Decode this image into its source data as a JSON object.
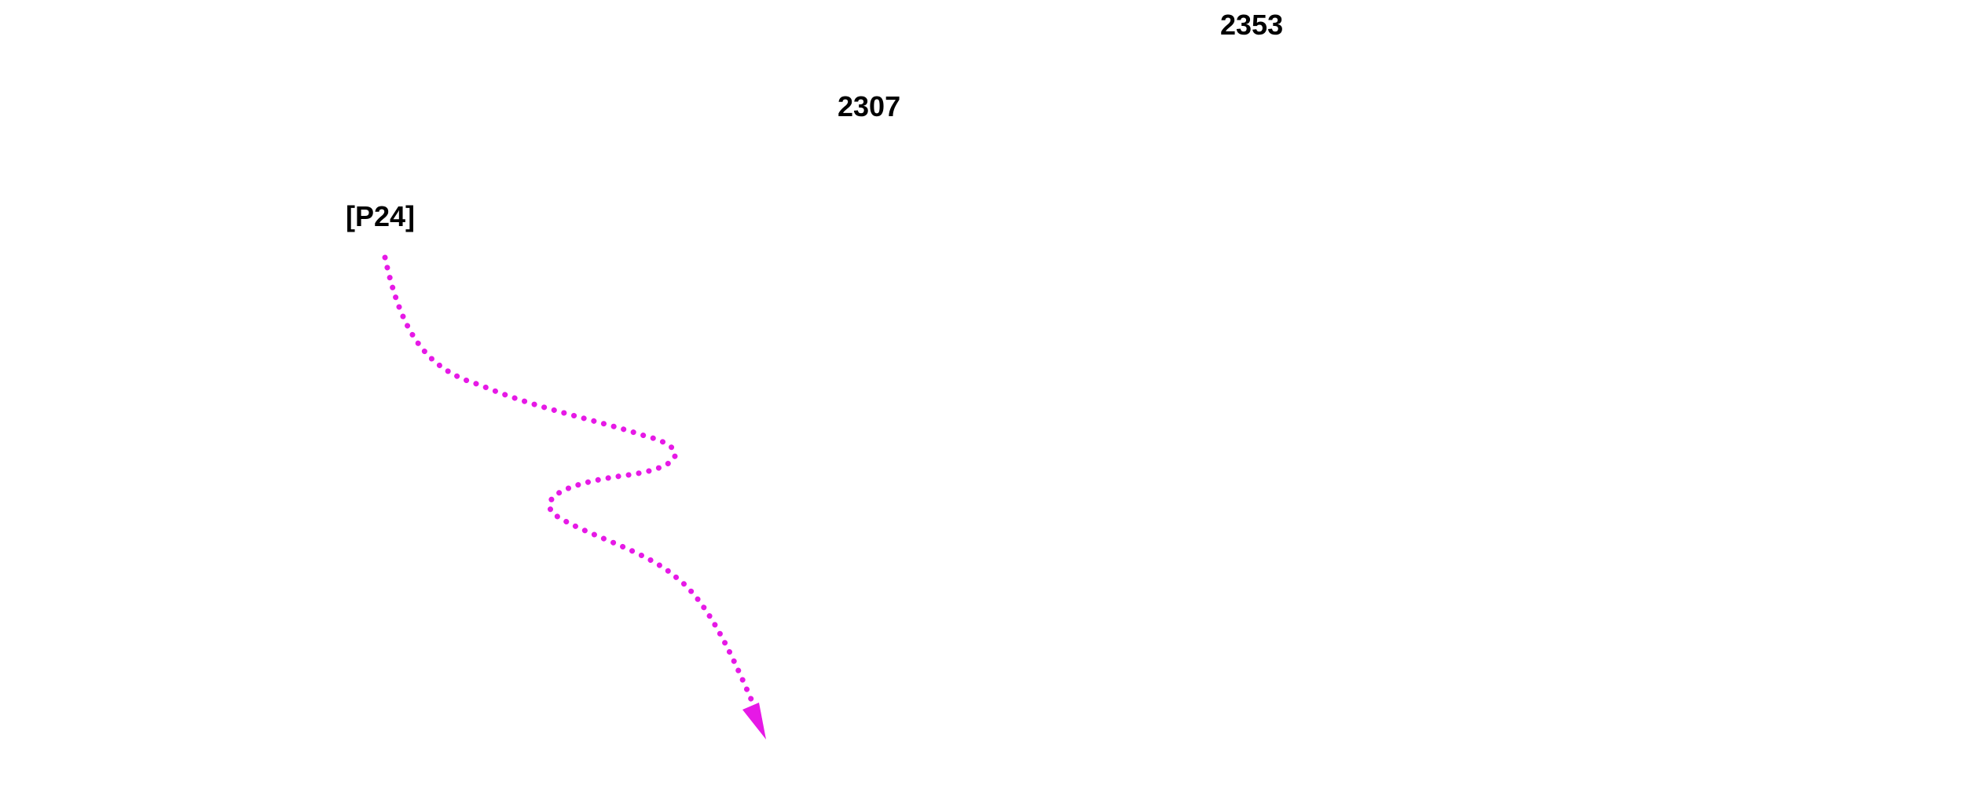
{
  "labels": {
    "top_number": "2353",
    "middle_number": "2307",
    "source_tag": "[P24]"
  },
  "path": {
    "style": "dotted",
    "color": "#e619e6",
    "has_arrowhead": true
  }
}
